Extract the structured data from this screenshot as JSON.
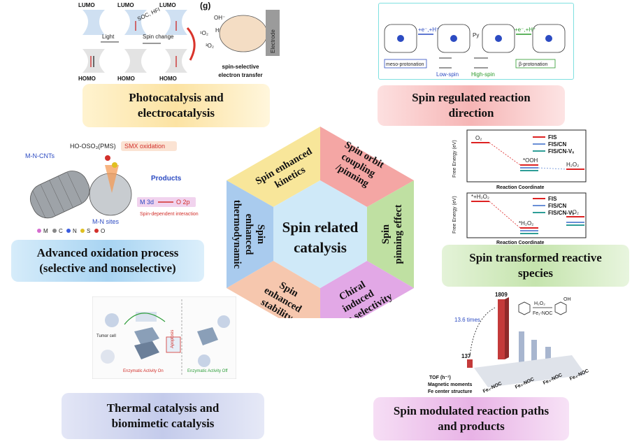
{
  "center": {
    "line1": "Spin related",
    "line2": "catalysis"
  },
  "sectors": [
    {
      "lines": [
        "Spin enhanced",
        "kinetics"
      ]
    },
    {
      "lines": [
        "Spin orbit",
        "coupling",
        "/pinning"
      ]
    },
    {
      "lines": [
        "Spin",
        "pinning effect"
      ]
    },
    {
      "lines": [
        "Chiral",
        "induced",
        "spin selectivity"
      ]
    },
    {
      "lines": [
        "Spin",
        "enhanced",
        "stability"
      ]
    },
    {
      "lines": [
        "Spin",
        "enhanced",
        "thermodynamic"
      ]
    }
  ],
  "categories": {
    "photo": {
      "line1": "Photocatalysis and",
      "line2": "electrocatalysis"
    },
    "direction": {
      "line1": "Spin regulated reaction",
      "line2": "direction"
    },
    "aop": {
      "line1": "Advanced oxidation process",
      "line2": "(selective and nonselective)"
    },
    "species": {
      "line1": "Spin transformed reactive",
      "line2": "species"
    },
    "thermal": {
      "line1": "Thermal catalysis and",
      "line2": "biomimetic catalysis"
    },
    "paths": {
      "line1": "Spin modulated reaction paths",
      "line2": "and products"
    }
  },
  "photo_panel": {
    "lumo": "LUMO",
    "homo": "HOMO",
    "light": "Light",
    "spin_change": "Spin\nchange",
    "soc": "SOC, HFI",
    "label_g": "(g)",
    "electrode": "Electrode",
    "caption1": "spin-selective",
    "caption2": "electron transfer",
    "oh": "OH⁻",
    "hoo": "HOO",
    "o2a": "¹O₂",
    "o2b": "³O₂"
  },
  "direction_panel": {
    "left_arrow": "+e⁻,+H⁺",
    "right_arrow": "+e⁻,+H⁺",
    "py": "Py",
    "meso": "meso-protonation",
    "beta": "β-protonation",
    "low": "Low-spin",
    "high": "High-spin"
  },
  "aop_panel": {
    "cnts": "M-N-CNTs",
    "pms": "HO-OSO₃(PMS)",
    "smx": "SMX oxidation",
    "products": "Products",
    "sites": "M-N sites",
    "m3d": "M 3d",
    "o2p": "O 2p",
    "interaction": "Spin-dependent interaction",
    "legend": [
      "M",
      "C",
      "N",
      "S",
      "O"
    ]
  },
  "species_panel": {
    "ylabel": "Free Energy (eV)",
    "xlabel": "Reaction Coordinate",
    "top_legend": [
      "FIS",
      "FIS/CN",
      "FIS/CN-Vₓ"
    ],
    "top_labels": [
      "O₂",
      "*OOH",
      "H₂O₂"
    ],
    "bottom_legend": [
      "FIS",
      "FIS/CN",
      "FIS/CN-Vₓ"
    ],
    "bottom_labels": [
      "*+H₂O₂",
      "*H₂O₂",
      "¹O₂"
    ]
  },
  "thermal_panel": {
    "left": "Enzymatic Activity On",
    "right": "Enzymatic Activity Off",
    "apoptosis": "Apoptosis",
    "tumor": "Tumor cell"
  },
  "paths_panel": {
    "v1809": "1809",
    "v137": "137",
    "times": "13.6 times",
    "tof": "TOF (h⁻¹)",
    "magnetic": "Magnetic\nmoments",
    "fe_center": "Fe center\nstructure",
    "h2o2": "H₂O₂",
    "fe1noc": "Fe₁-NOC",
    "catalysts": [
      "Fe₁-NOC",
      "Fe₂-NOC",
      "Fe₃-NOC",
      "Fe₄-NOC"
    ],
    "oh": "OH"
  },
  "colors": {
    "kinetics": "#f8e69a",
    "soc": "#f4a6a4",
    "pinning": "#bfe0a2",
    "chiral": "#e2a8e6",
    "stability": "#f6c7ae",
    "thermo": "#a9cbee",
    "center": "#cfe9f8"
  }
}
